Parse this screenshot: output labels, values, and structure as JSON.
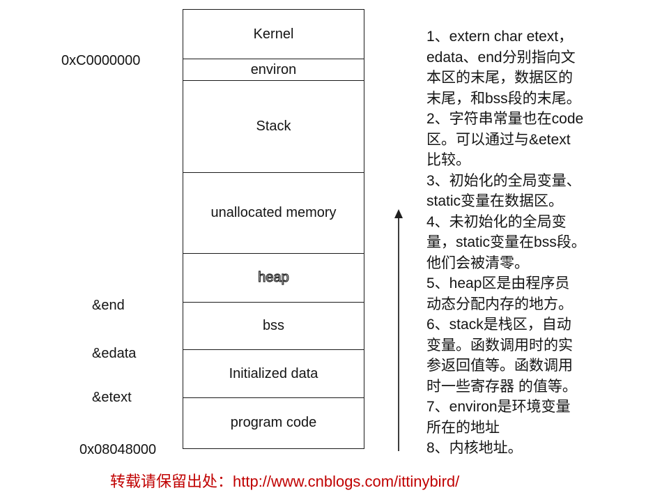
{
  "diagram": {
    "segments": [
      {
        "label": "Kernel"
      },
      {
        "label": "environ"
      },
      {
        "label": "Stack"
      },
      {
        "label": "unallocated memory"
      },
      {
        "label": "heap",
        "text_style": "outline"
      },
      {
        "label": "bss"
      },
      {
        "label": "Initialized data"
      },
      {
        "label": "program code"
      }
    ],
    "address_labels": [
      {
        "text": "0xC0000000"
      },
      {
        "text": "&end"
      },
      {
        "text": "&edata"
      },
      {
        "text": "&etext"
      },
      {
        "text": "0x08048000"
      }
    ],
    "arrow": {
      "direction": "up"
    }
  },
  "notes": {
    "lines": [
      "1、extern char etext，",
      "edata、end分别指向文",
      "本区的末尾，数据区的",
      "末尾，和bss段的末尾。",
      "2、字符串常量也在code",
      "区。可以通过与&etext",
      "比较。",
      "3、初始化的全局变量、",
      "static变量在数据区。",
      "4、未初始化的全局变",
      "量，static变量在bss段。",
      "他们会被清零。",
      "5、heap区是由程序员",
      "动态分配内存的地方。",
      "6、stack是栈区，自动",
      "变量。函数调用时的实",
      "参返回值等。函数调用",
      "时一些寄存器 的值等。",
      "7、environ是环境变量",
      "所在的地址",
      "8、内核地址。"
    ]
  },
  "footer": {
    "text": "转载请保留出处：http://www.cnblogs.com/ittinybird/"
  },
  "colors": {
    "background": "#ffffff",
    "line": "#1a1a1a",
    "text": "#141414",
    "footer_red": "#c00000"
  }
}
